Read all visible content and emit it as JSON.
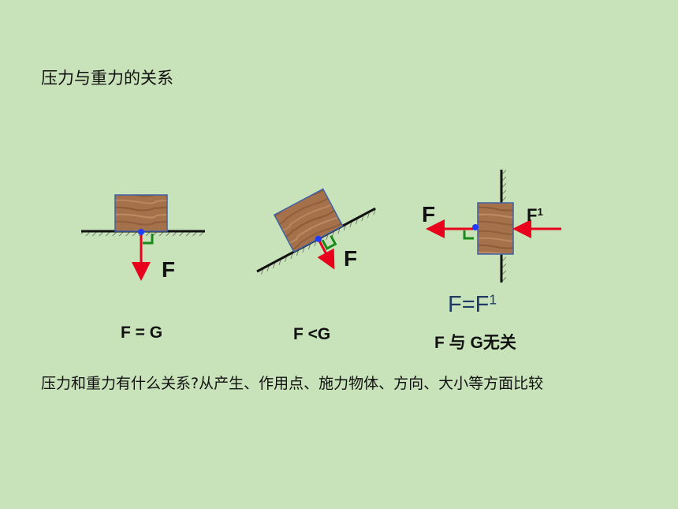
{
  "title": "压力与重力的关系",
  "diagrams": [
    {
      "force_label": "F",
      "caption": "F = G"
    },
    {
      "force_label": "F",
      "caption": "F <G"
    },
    {
      "force_label_left": "F",
      "force_label_right": "F",
      "force_label_right_sup": "1",
      "equation_main": "F=F",
      "equation_sup": "1",
      "caption": "F 与 G无关"
    }
  ],
  "question": "压力和重力有什么关系?从产生、作用点、施力物体、方向、大小等方面比较",
  "colors": {
    "background": "#c8e2b9",
    "arrow": "#e8001c",
    "right_angle": "#1a8a1a",
    "point": "#1f3cff",
    "block": "#a5714b",
    "block_border": "#3f62a6",
    "equation": "#1f3b66"
  }
}
